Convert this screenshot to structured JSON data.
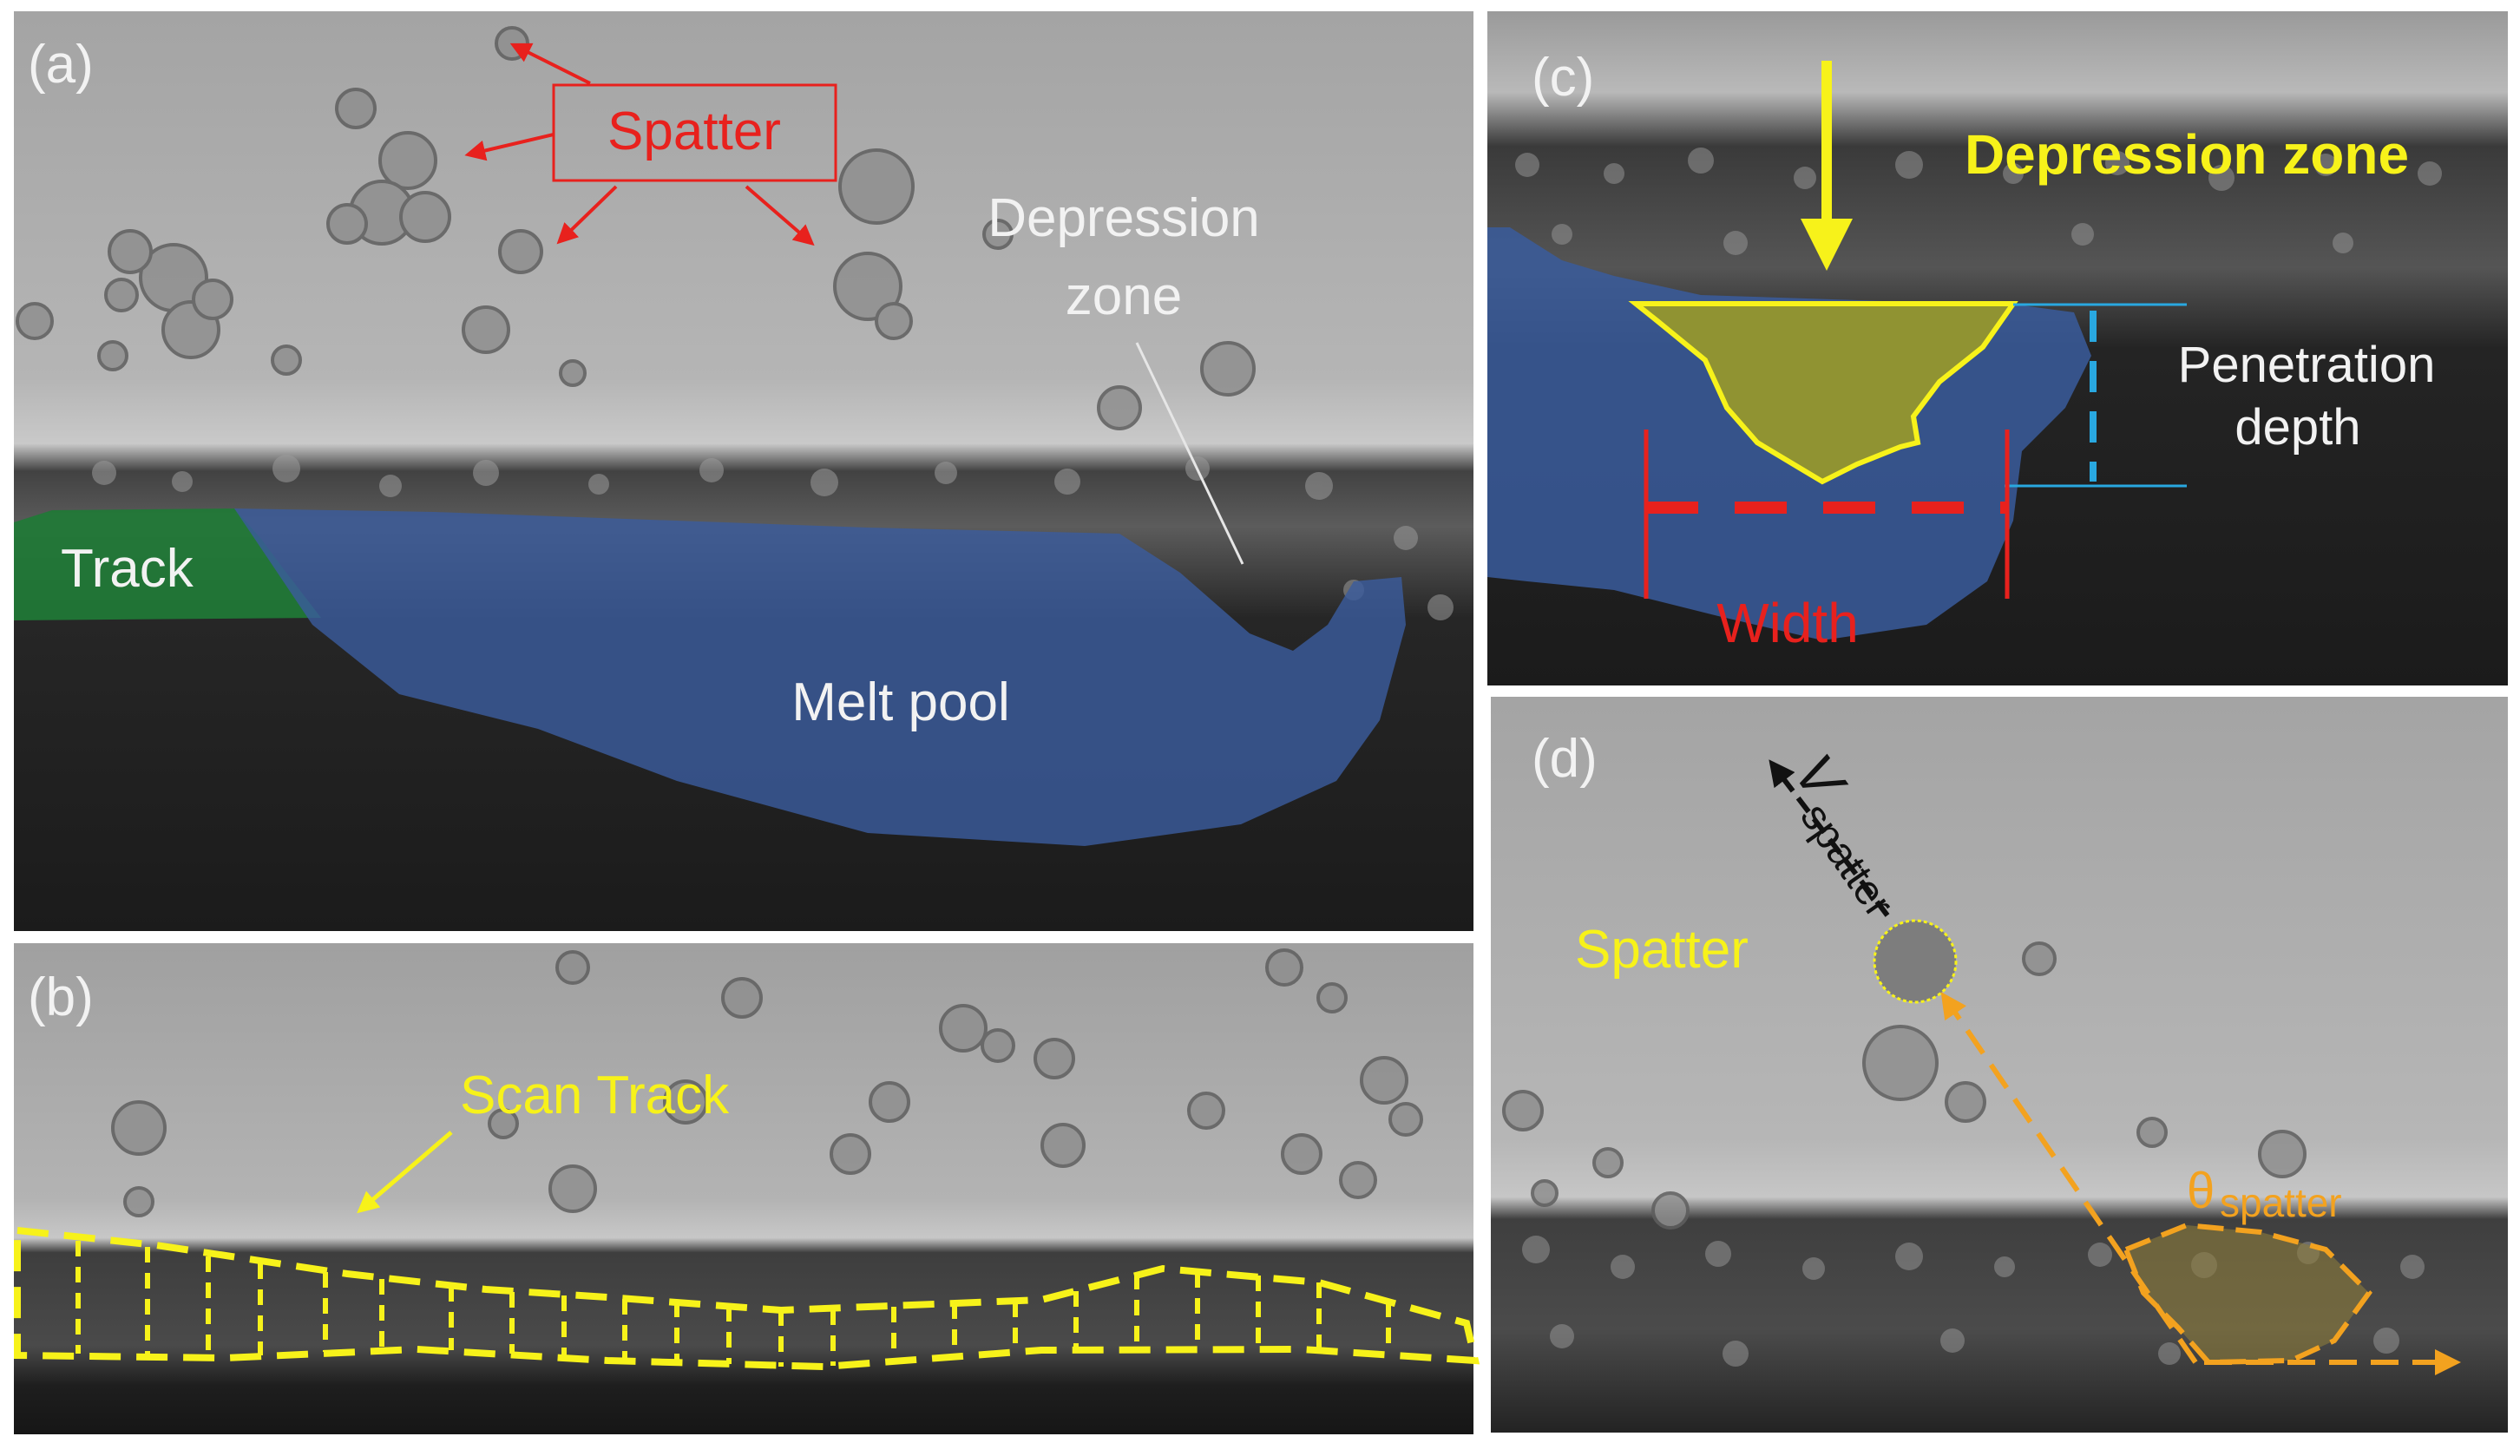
{
  "figure": {
    "panels": {
      "a": {
        "letter": "(a)",
        "spatter_label": "Spatter",
        "depression_line1": "Depression",
        "depression_line2": "zone",
        "track_label": "Track",
        "melt_pool_label": "Melt pool"
      },
      "b": {
        "letter": "(b)",
        "scan_track_label": "Scan Track"
      },
      "c": {
        "letter": "(c)",
        "depression_label": "Depression zone",
        "penetration_line1": "Penetration",
        "penetration_line2": "depth",
        "width_label": "Width"
      },
      "d": {
        "letter": "(d)",
        "spatter_label": "Spatter",
        "velocity_symbol": "V",
        "velocity_subscript": "spatter",
        "angle_symbol": "θ",
        "angle_subscript": "spatter"
      }
    },
    "colors": {
      "spatter_red": "#e8211d",
      "melt_pool_blue": "#3a5c9c",
      "track_green": "#1f7a36",
      "label_yellow": "#f7f21a",
      "penetration_cyan": "#29a8e0",
      "angle_orange": "#f3a21f",
      "label_white": "#f2f2f2"
    }
  }
}
